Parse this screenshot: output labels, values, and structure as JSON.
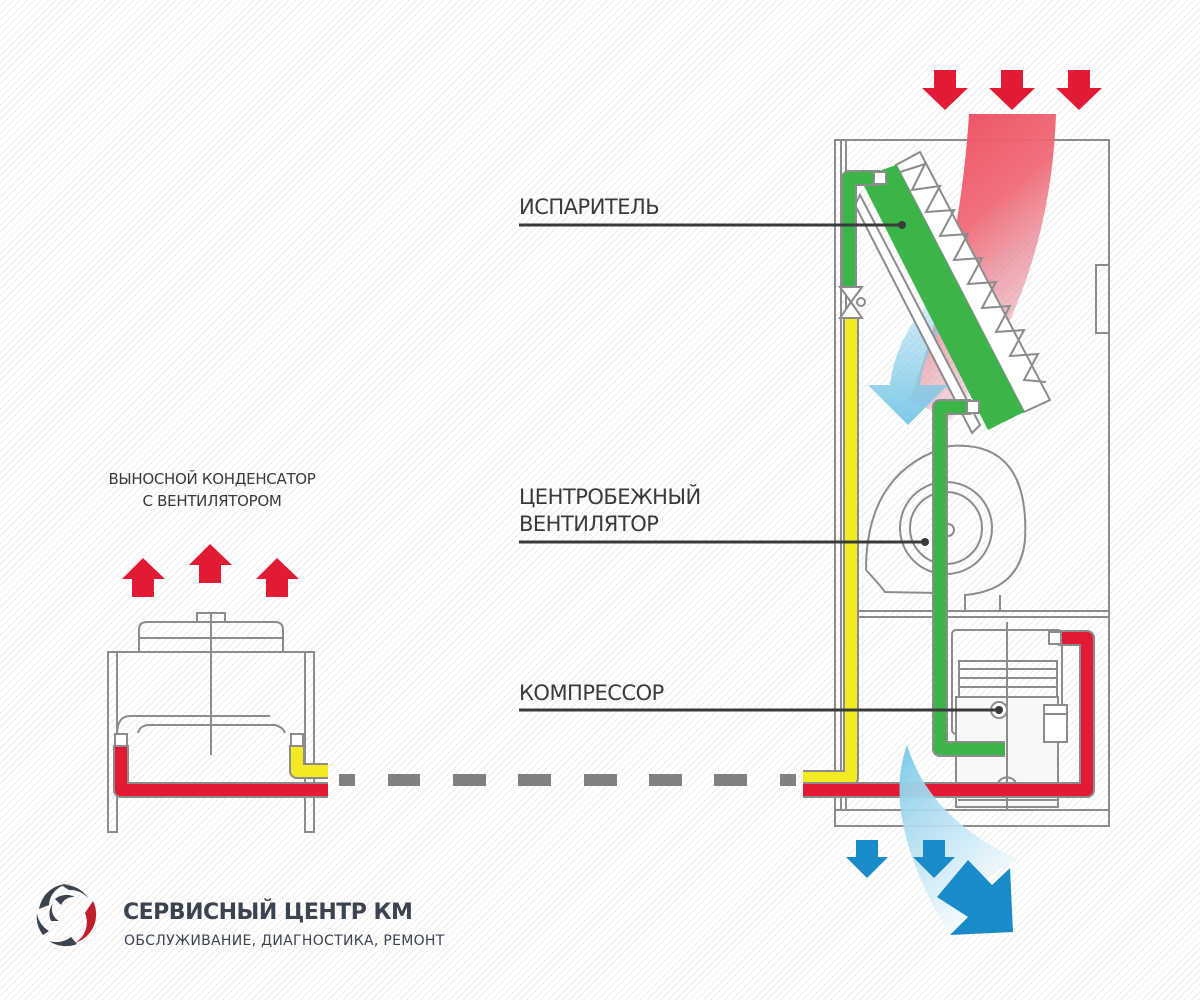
{
  "labels": {
    "evaporator": "ИСПАРИТЕЛЬ",
    "fan_line1": "ЦЕНТРОБЕЖНЫЙ",
    "fan_line2": "ВЕНТИЛЯТОР",
    "compressor": "КОМПРЕССОР",
    "condenser_line1": "ВЫНОСНОЙ КОНДЕНСАТОР",
    "condenser_line2": "С ВЕНТИЛЯТОРОМ"
  },
  "brand": {
    "name": "СЕРВИСНЫЙ ЦЕНТР КМ",
    "tagline": "ОБСЛУЖИВАНИЕ, ДИАГНОСТИКА, РЕМОНТ",
    "logo_icon": "swirl-logo-icon"
  },
  "colors": {
    "hot_air": "#e21b34",
    "cold_air": "#1a8bc9",
    "liquid_line": "#f4ea24",
    "suction_line": "#3bb54a",
    "discharge_line": "#e21b34",
    "outline": "#8c8c8c",
    "brand_dark": "#3b4350",
    "brand_red": "#c01f2a"
  }
}
